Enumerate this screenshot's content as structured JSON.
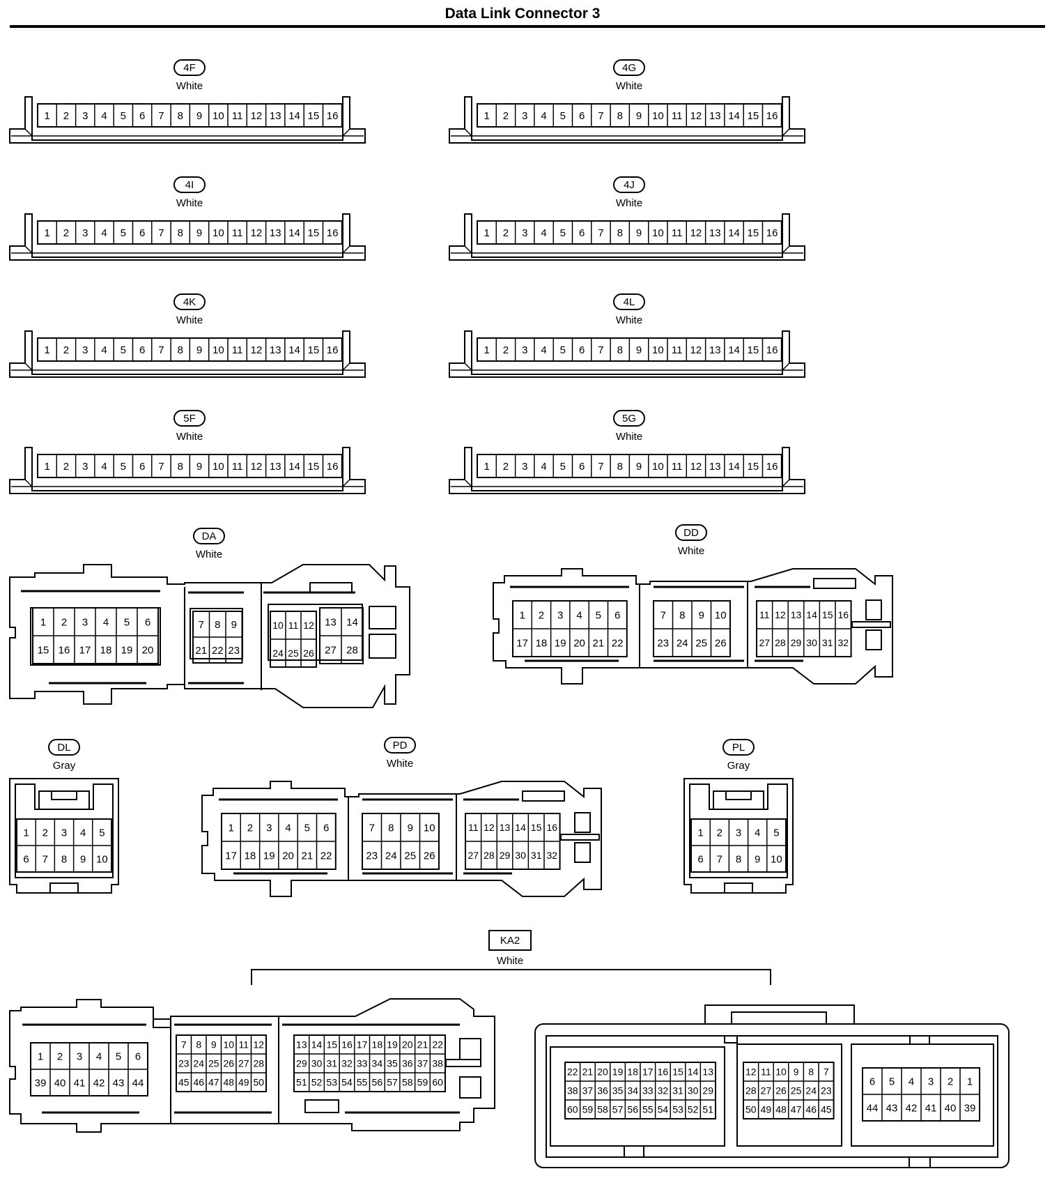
{
  "title": "Data Link Connector 3",
  "connectors": {
    "c4F": {
      "code": "4F",
      "color": "White"
    },
    "c4G": {
      "code": "4G",
      "color": "White"
    },
    "c4I": {
      "code": "4I",
      "color": "White"
    },
    "c4J": {
      "code": "4J",
      "color": "White"
    },
    "c4K": {
      "code": "4K",
      "color": "White"
    },
    "c4L": {
      "code": "4L",
      "color": "White"
    },
    "c5F": {
      "code": "5F",
      "color": "White"
    },
    "c5G": {
      "code": "5G",
      "color": "White"
    },
    "DA": {
      "code": "DA",
      "color": "White"
    },
    "DD": {
      "code": "DD",
      "color": "White"
    },
    "DL": {
      "code": "DL",
      "color": "Gray"
    },
    "PD": {
      "code": "PD",
      "color": "White"
    },
    "PL": {
      "code": "PL",
      "color": "Gray"
    },
    "KA2": {
      "code": "KA2",
      "color": "White"
    }
  },
  "pins": {
    "strip16": [
      "1",
      "2",
      "3",
      "4",
      "5",
      "6",
      "7",
      "8",
      "9",
      "10",
      "11",
      "12",
      "13",
      "14",
      "15",
      "16"
    ],
    "DA": {
      "g1": [
        [
          "1",
          "2",
          "3",
          "4",
          "5",
          "6"
        ],
        [
          "15",
          "16",
          "17",
          "18",
          "19",
          "20"
        ]
      ],
      "g2": [
        [
          "7",
          "8",
          "9"
        ],
        [
          "21",
          "22",
          "23"
        ]
      ],
      "g3": [
        [
          "10",
          "11",
          "12"
        ],
        [
          "24",
          "25",
          "26"
        ]
      ],
      "g4": [
        [
          "13",
          "14"
        ],
        [
          "27",
          "28"
        ]
      ]
    },
    "D32": {
      "g1": [
        [
          "1",
          "2",
          "3",
          "4",
          "5",
          "6"
        ],
        [
          "17",
          "18",
          "19",
          "20",
          "21",
          "22"
        ]
      ],
      "g2": [
        [
          "7",
          "8",
          "9",
          "10"
        ],
        [
          "23",
          "24",
          "25",
          "26"
        ]
      ],
      "g3": [
        [
          "11",
          "12",
          "13",
          "14",
          "15",
          "16"
        ],
        [
          "27",
          "28",
          "29",
          "30",
          "31",
          "32"
        ]
      ]
    },
    "D10": [
      [
        "1",
        "2",
        "3",
        "4",
        "5"
      ],
      [
        "6",
        "7",
        "8",
        "9",
        "10"
      ]
    ],
    "KA2_left": {
      "g1": [
        [
          "1",
          "2",
          "3",
          "4",
          "5",
          "6"
        ],
        [
          "39",
          "40",
          "41",
          "42",
          "43",
          "44"
        ]
      ],
      "g2": [
        [
          "7",
          "8",
          "9",
          "10",
          "11",
          "12"
        ],
        [
          "23",
          "24",
          "25",
          "26",
          "27",
          "28"
        ],
        [
          "45",
          "46",
          "47",
          "48",
          "49",
          "50"
        ]
      ],
      "g3": [
        [
          "13",
          "14",
          "15",
          "16",
          "17",
          "18",
          "19",
          "20",
          "21",
          "22"
        ],
        [
          "29",
          "30",
          "31",
          "32",
          "33",
          "34",
          "35",
          "36",
          "37",
          "38"
        ],
        [
          "51",
          "52",
          "53",
          "54",
          "55",
          "56",
          "57",
          "58",
          "59",
          "60"
        ]
      ]
    },
    "KA2_right": {
      "g1": [
        [
          "22",
          "21",
          "20",
          "19",
          "18",
          "17",
          "16",
          "15",
          "14",
          "13"
        ],
        [
          "38",
          "37",
          "36",
          "35",
          "34",
          "33",
          "32",
          "31",
          "30",
          "29"
        ],
        [
          "60",
          "59",
          "58",
          "57",
          "56",
          "55",
          "54",
          "53",
          "52",
          "51"
        ]
      ],
      "g2": [
        [
          "12",
          "11",
          "10",
          "9",
          "8",
          "7"
        ],
        [
          "28",
          "27",
          "26",
          "25",
          "24",
          "23"
        ],
        [
          "50",
          "49",
          "48",
          "47",
          "46",
          "45"
        ]
      ],
      "g3": [
        [
          "6",
          "5",
          "4",
          "3",
          "2",
          "1"
        ],
        [
          "44",
          "43",
          "42",
          "41",
          "40",
          "39"
        ]
      ]
    }
  }
}
